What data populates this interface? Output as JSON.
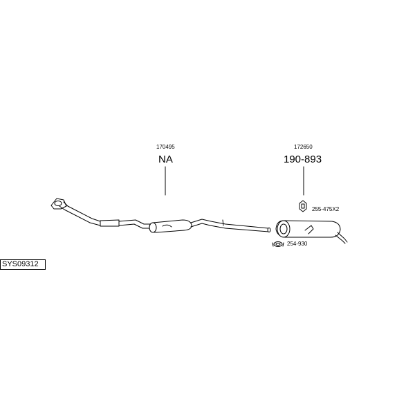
{
  "diagram": {
    "system_code": "SYS09312",
    "parts": [
      {
        "small_code": "170495",
        "part_number": "NA"
      },
      {
        "small_code": "172650",
        "part_number": "190-893"
      }
    ],
    "fittings": [
      {
        "label": "255-475X2"
      },
      {
        "label": "254-930"
      }
    ]
  },
  "colors": {
    "line": "#000000",
    "fill": "#ffffff",
    "shade": "#d0d0d0"
  }
}
